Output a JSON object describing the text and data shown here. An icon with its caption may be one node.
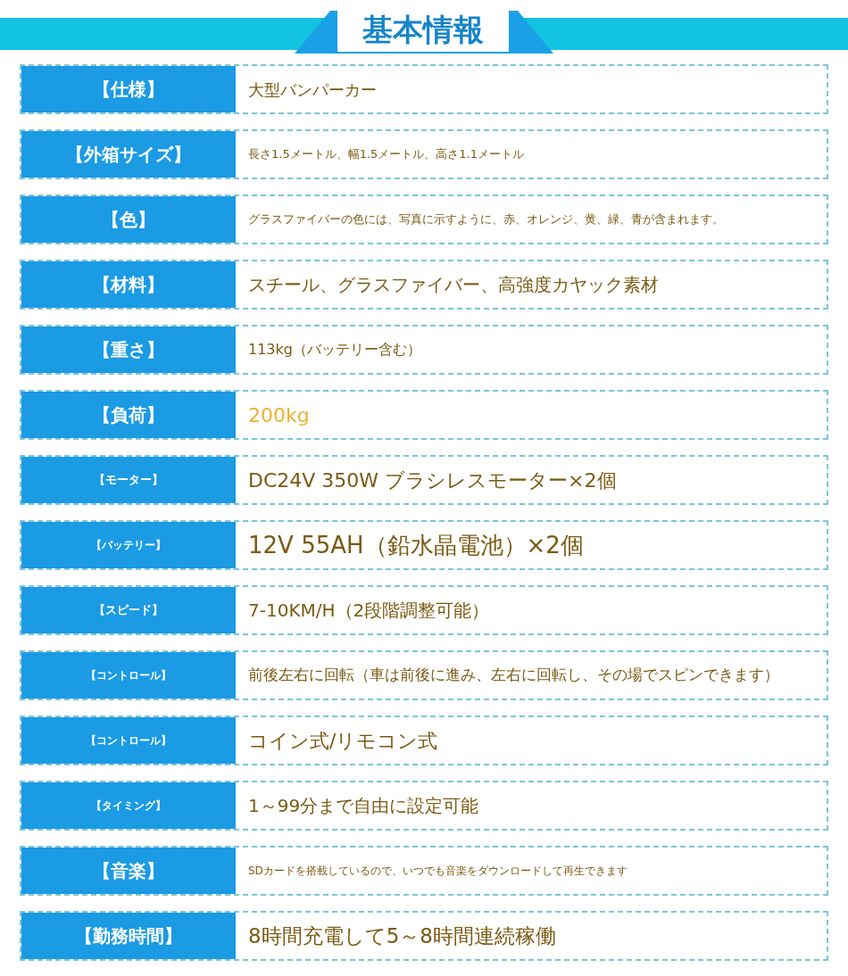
{
  "diagram": {
    "title": "基本情報",
    "labels": [
      "【仕様】",
      "大型バンパーカー",
      "【外箱サイズ】",
      "長さ1.5メートル、幅1.5メートル、高さ1.1メートル",
      "【色】",
      "グラスファイバーの色には、写真に示すように、赤、オレンジ、黄、緑、青が含まれます。",
      "【材料】",
      "スチール、グラスファイバー、高強度カヤック素材",
      "【重さ】",
      "113kg（バッテリー含む）",
      "【負荷】",
      "200kg",
      "【モーター】",
      "DC24V 350W ブラシレスモーター×2個",
      "【バッテリー】",
      "12V 55AH（鉛水晶電池）×2個",
      "【スピード】",
      "7-10KM/H（2段階調整可能）",
      "【コントロール】",
      "前後左右に回転（車は前後に進み、左右に回転し、その場でスピンできます）",
      "【コントロール】",
      "コイン式/リモコン式",
      "【タイミング】",
      "1～99分まで自由に設定可能",
      "【音楽】",
      "SDカードを搭載しているので、いつでも音楽をダウンロードして再生できます",
      "【勤務時間】",
      "8時間充電して5～8時間連続稼働"
    ]
  }
}
